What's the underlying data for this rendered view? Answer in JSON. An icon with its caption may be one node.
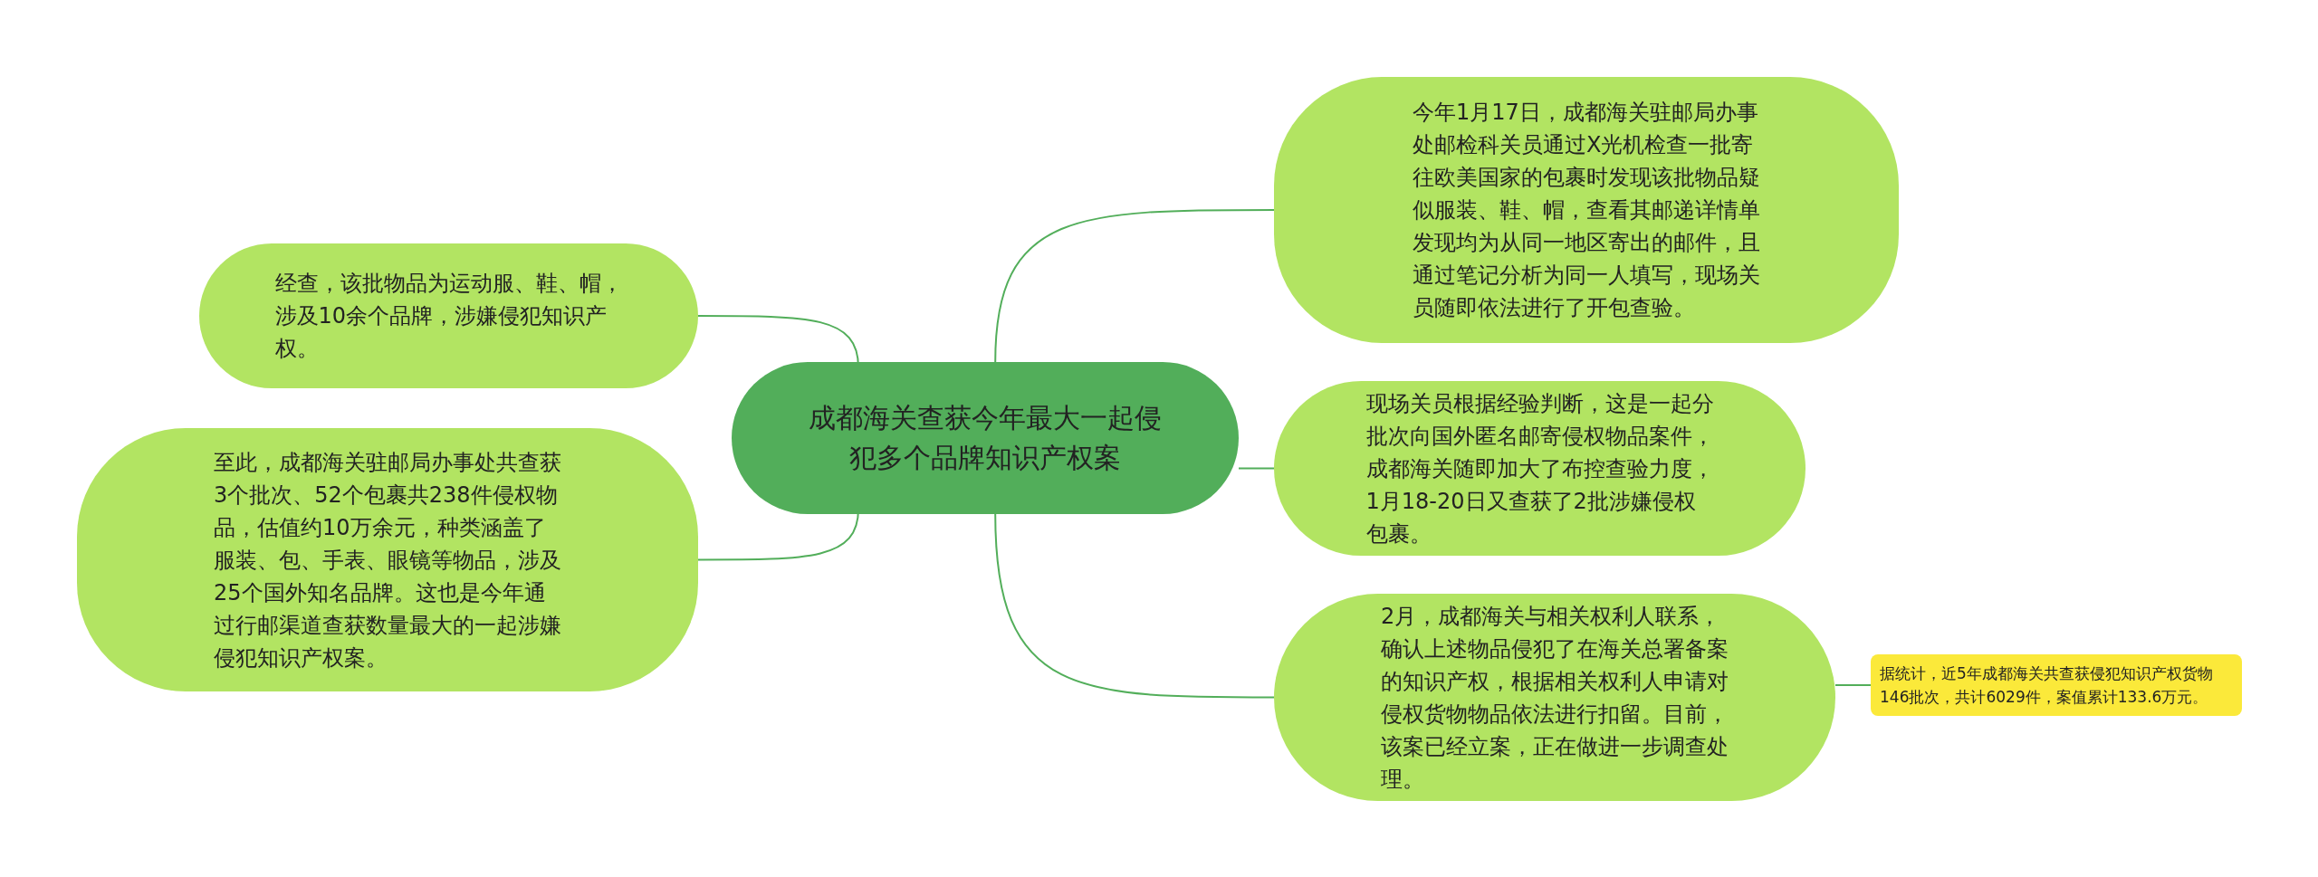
{
  "diagram": {
    "nodes": [
      {
        "text": [
          "成都海关查获今年最大一起侵犯多个品牌知识产权案"
        ]
      },
      {
        "text": [
          "今年1月17日，成都海关驻邮局办事处邮检科关员通过X光机检查一批寄往欧美国家的包裹时发现该批物品疑似服装、鞋、帽，查看其邮递详情单发现均为从同一地区寄出的邮件，且通过笔记分析为同一人填写，现场关员随即依法进行了开包查验。"
        ]
      },
      {
        "text": [
          "现场关员根据经验判断，这是一起分批次向国外匿名邮寄侵权物品案件，成都海关随即加大了布控查验力度，1月18-20日又查获了2批涉嫌侵权包裹。"
        ]
      },
      {
        "text": [
          "2月，成都海关与相关权利人联系，确认上述物品侵犯了在海关总署备案的知识产权，根据相关权利人申请对侵权货物物品依法进行扣留。目前，该案已经立案，正在做进一步调查处理。"
        ]
      },
      {
        "text": [
          "据统计，近5年成都海关共查获侵犯知识产权货物146批次，共计6029件，案值累计133.6万元。"
        ]
      },
      {
        "text": [
          "经查，该批物品为运动服、鞋、帽，涉及10余个品牌，涉嫌侵犯知识产权。"
        ]
      },
      {
        "text": [
          "至此，成都海关驻邮局办事处共查获3个批次、52个包裹共238件侵权物品，估值约10万余元，种类涵盖了服装、包、手表、眼镜等物品，涉及25个国外知名品牌。这也是今年通过行邮渠道查获数量最大的一起涉嫌侵犯知识产权案。"
        ]
      }
    ],
    "edges": [
      {
        "from": 0,
        "to": 1,
        "arrow": "none"
      },
      {
        "from": 0,
        "to": 2,
        "arrow": "none"
      },
      {
        "from": 0,
        "to": 3,
        "arrow": "none"
      },
      {
        "from": 3,
        "to": 4,
        "arrow": "none"
      },
      {
        "from": 0,
        "to": 5,
        "arrow": "none"
      },
      {
        "from": 0,
        "to": 6,
        "arrow": "none"
      }
    ]
  }
}
